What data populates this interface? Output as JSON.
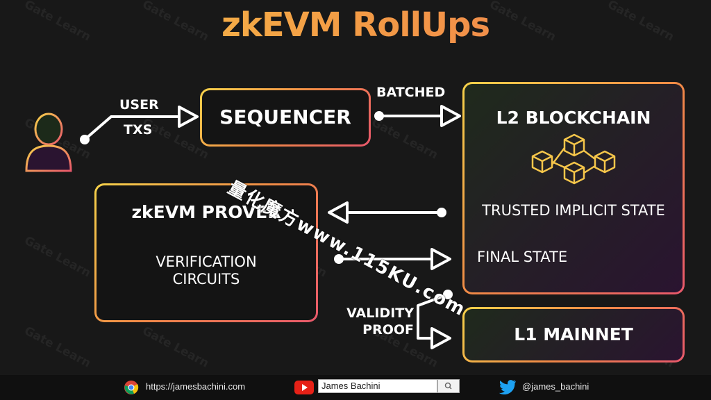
{
  "title": "zkEVM RollUps",
  "user_arrow_labels": {
    "top": "USER",
    "bottom": "TXS"
  },
  "sequencer": {
    "label": "SEQUENCER"
  },
  "batched_label": "BATCHED",
  "l2": {
    "title": "L2 BLOCKCHAIN",
    "trusted": "TRUSTED IMPLICIT STATE",
    "final": "FINAL STATE"
  },
  "prover": {
    "title": "zkEVM PROVER",
    "sub1": "VERIFICATION",
    "sub2": "CIRCUITS"
  },
  "validity": {
    "line1": "VALIDITY",
    "line2": "PROOF"
  },
  "l1": {
    "label": "L1 MAINNET"
  },
  "footer": {
    "website": "https://jamesbachini.com",
    "youtube": "James Bachini",
    "twitter": "@james_bachini"
  },
  "watermarks": {
    "gate": "Gate Learn",
    "cn": "量化魔方www.115KU.com"
  },
  "colors": {
    "accent_yellow": "#f6d24a",
    "accent_orange": "#f08a46",
    "accent_pink": "#e8586b",
    "background": "#181818"
  }
}
